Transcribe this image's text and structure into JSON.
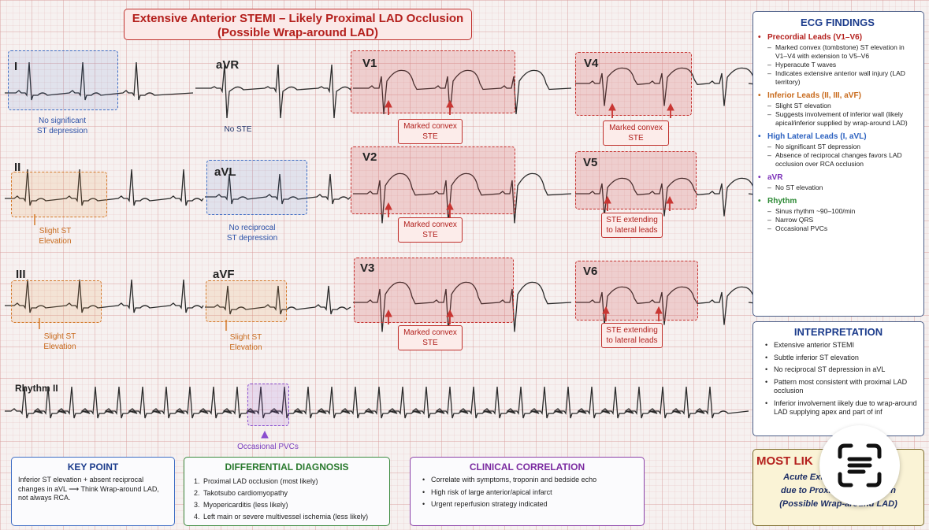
{
  "title": {
    "line1": "Extensive Anterior STEMI – Likely Proximal LAD Occlusion",
    "line2": "(Possible Wrap-around LAD)"
  },
  "leads": {
    "I": "I",
    "aVR": "aVR",
    "V1": "V1",
    "V4": "V4",
    "II": "II",
    "aVL": "aVL",
    "V2": "V2",
    "V5": "V5",
    "III": "III",
    "aVF": "aVF",
    "V3": "V3",
    "V6": "V6",
    "rhythm": "Rhythm II"
  },
  "annotations": {
    "lead_I": [
      "No significant",
      "ST depression"
    ],
    "lead_aVR": "No STE",
    "lead_II": [
      "Slight ST",
      "Elevation"
    ],
    "lead_aVL": [
      "No reciprocal",
      "ST depression"
    ],
    "lead_III": [
      "Slight ST",
      "Elevation"
    ],
    "lead_aVF": [
      "Slight ST",
      "Elevation"
    ],
    "V1": [
      "Marked convex",
      "STE"
    ],
    "V2": [
      "Marked convex",
      "STE"
    ],
    "V3": [
      "Marked convex",
      "STE"
    ],
    "V4": [
      "Marked convex",
      "STE"
    ],
    "V5": [
      "STE extending",
      "to lateral leads"
    ],
    "V6": [
      "STE extending",
      "to lateral leads"
    ],
    "rhythm": "Occasional PVCs"
  },
  "findings": {
    "heading": "ECG FINDINGS",
    "sections": [
      {
        "title": "Precordial Leads (V1–V6)",
        "color": "#b4201d",
        "items": [
          "Marked convex (tombstone) ST elevation in V1–V4 with extension to V5–V6",
          "Hyperacute T waves",
          "Indicates extensive anterior wall injury (LAD territory)"
        ]
      },
      {
        "title": "Inferior Leads (II, III, aVF)",
        "color": "#c86a1c",
        "items": [
          "Slight ST elevation",
          "Suggests involvement of inferior wall (likely apical/inferior supplied by wrap-around LAD)"
        ]
      },
      {
        "title": "High Lateral Leads (I, aVL)",
        "color": "#2d62c0",
        "items": [
          "No significant ST depression",
          "Absence of reciprocal changes favors LAD occlusion over RCA occlusion"
        ]
      },
      {
        "title": "aVR",
        "color": "#7a2fb8",
        "items": [
          "No ST elevation"
        ]
      },
      {
        "title": "Rhythm",
        "color": "#2e8a36",
        "items": [
          "Sinus rhythm ~90–100/min",
          "Narrow QRS",
          "Occasional PVCs"
        ]
      }
    ]
  },
  "interpretation": {
    "heading": "INTERPRETATION",
    "items": [
      "Extensive anterior STEMI",
      "Subtle inferior ST elevation",
      "No reciprocal ST depression in aVL",
      "Pattern most consistent with proximal LAD occlusion",
      "Inferior involvement iikely due to wrap-around LAD supplying apex and part of inf"
    ]
  },
  "most_likely": {
    "heading": "MOST LIK",
    "line1": "Acute Extens",
    "line1b": "",
    "line2": "due to Proxima",
    "line2b": "ion",
    "line3": "(Possible Wrap-around LAD)"
  },
  "key_point": {
    "heading": "KEY POINT",
    "line1": "Inferior ST elevation + absent reciprocal",
    "line2a": "changes in aVL",
    "line2b": "Think Wrap-around LAD,",
    "line3": "not always RCA."
  },
  "differential": {
    "heading": "DIFFERENTIAL DIAGNOSIS",
    "items": [
      "Proximal LAD occlusion (most likely)",
      "Takotsubo cardiomyopathy",
      "Myopericarditis (less likely)",
      "Left main or severe multivessel ischemia (less likely)"
    ]
  },
  "clinical": {
    "heading": "CLINICAL CORRELATION",
    "items": [
      "Correlate with symptoms, troponin and bedside echo",
      "High risk of large anterior/apical infarct",
      "Urgent reperfusion strategy indicated"
    ]
  },
  "colors": {
    "red": "#c0302c",
    "orange": "#d4792a",
    "blue": "#3d6cc4",
    "green": "#2e8a36",
    "purple": "#8b4fcf"
  },
  "icons": {
    "scan": "scan-text-icon"
  }
}
